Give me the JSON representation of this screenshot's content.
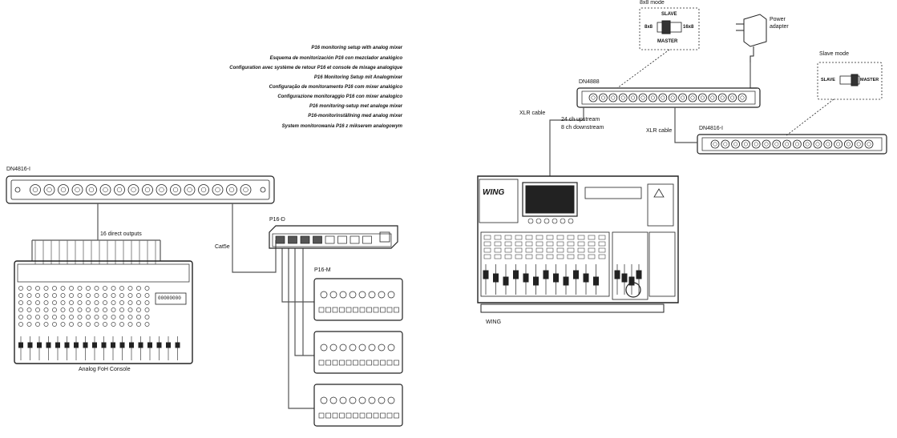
{
  "titles": [
    "P16 monitoring setup with analog mixer",
    "Esquema de monitorización P16 con mezclador analógico",
    "Configuration avec système de retour P16 et console de mixage analogique",
    "P16 Monitoring Setup mit Analogmixer",
    "Configuração de monitoramento P16 com mixer analógico",
    "Configurazione monitoraggio P16 con mixer analogico",
    "P16 monitoring-setup met analoge mixer",
    "P16-monitorinställning med analog mixer",
    "System monitorowania P16 z mikserem analogowym"
  ],
  "left": {
    "dn4816_label": "DN4816-I",
    "direct_outputs_label": "16 direct outputs",
    "cat5e_label": "Cat5e",
    "p16d_label": "P16-D",
    "p16m_label": "P16-M",
    "console_label": "Analog FoH Console",
    "console_display": "00000000"
  },
  "right": {
    "mode_8x8_title": "8x8 mode",
    "slave_label": "SLAVE",
    "master_label": "MASTER",
    "opt_8x8": "8x8",
    "opt_16x8": "16x8",
    "power_adapter_label": "Power adapter",
    "slave_mode_title": "Slave mode",
    "slave_mode_slave": "SLAVE",
    "slave_mode_master": "MASTER",
    "dn4888_label": "DN4888",
    "xlr_cable_label": "XLR cable",
    "upstream_label": "24 ch upstream",
    "downstream_label": "8 ch downstream",
    "xlr_cable_label_2": "XLR cable",
    "dn4816_right_label": "DN4816-I",
    "wing_logo": "WING",
    "wing_label": "WING"
  }
}
